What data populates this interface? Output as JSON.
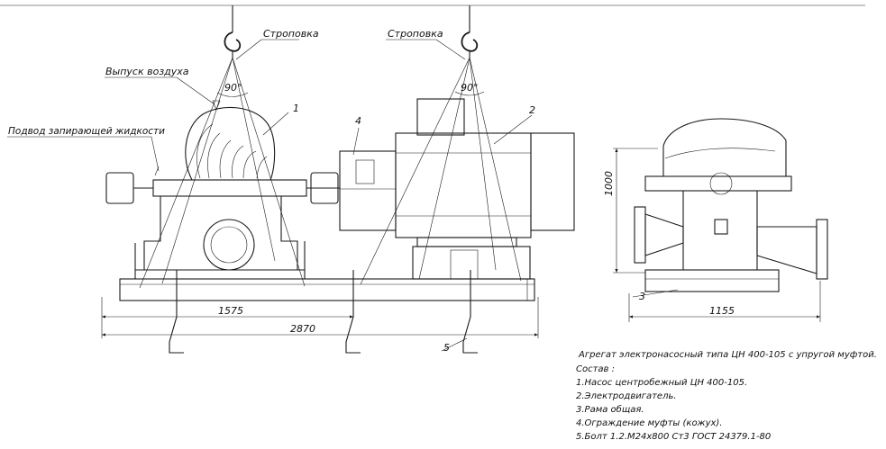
{
  "labels": {
    "slinging_left": "Строповка",
    "slinging_right": "Строповка",
    "air_release": "Выпуск воздуха",
    "sealing_supply": "Подвод запирающей жидкости",
    "angle_left": "90°",
    "angle_right": "90°"
  },
  "callouts": [
    "1",
    "2",
    "3",
    "4",
    "5"
  ],
  "dimensions": {
    "length_1575": "1575",
    "length_2870": "2870",
    "width_1155": "1155",
    "height_1000": "1000"
  },
  "notes": {
    "title": "Агрегат электронасосный типа ЦН 400-105 с упругой муфтой.",
    "composition_header": "Состав :",
    "items": [
      "1.Насос центробежный ЦН 400-105.",
      "2.Электродвигатель.",
      "3.Рама общая.",
      "4.Ограждение муфты (кожух).",
      "5.Болт 1.2.М24х800 Ст3 ГОСТ 24379.1-80"
    ]
  }
}
